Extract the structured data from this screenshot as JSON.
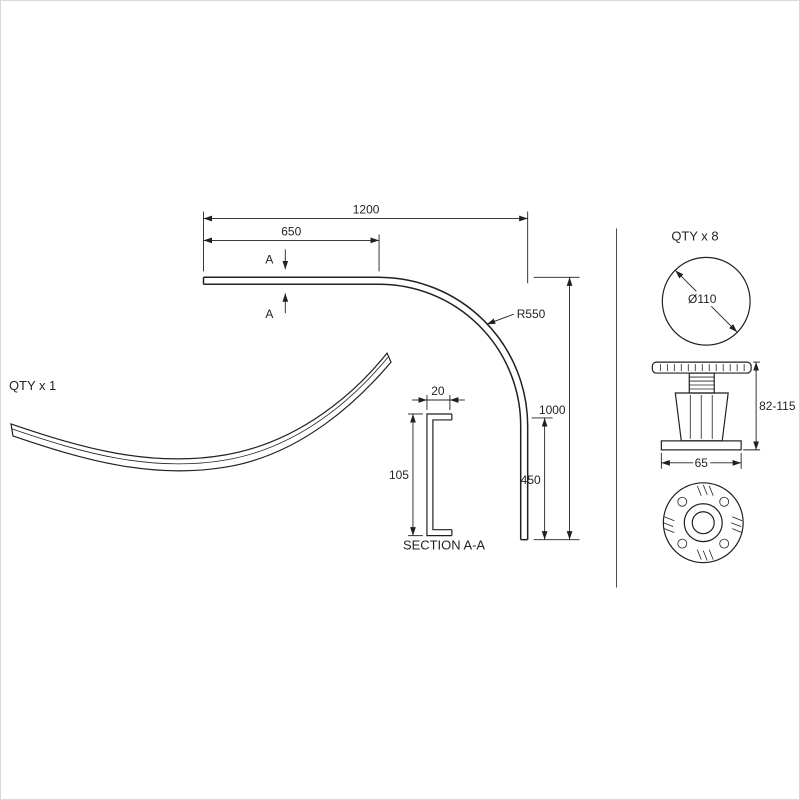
{
  "colors": {
    "line": "#231f20",
    "background": "#ffffff",
    "frame": "#d9d9d9"
  },
  "plan_view": {
    "dim_total_width": "1200",
    "dim_inner_width": "650",
    "section_label_top": "A",
    "section_label_bottom": "A",
    "dim_radius": "R550",
    "dim_total_height": "1000",
    "dim_inner_height": "450"
  },
  "iso_view": {
    "qty": "QTY x 1"
  },
  "section_view": {
    "dim_flange_width": "20",
    "dim_web_height": "105",
    "title": "SECTION A-A"
  },
  "feet": {
    "qty": "QTY x 8",
    "dim_diameter": "Ø110",
    "dim_height_range": "82-115",
    "dim_base_width": "65"
  }
}
